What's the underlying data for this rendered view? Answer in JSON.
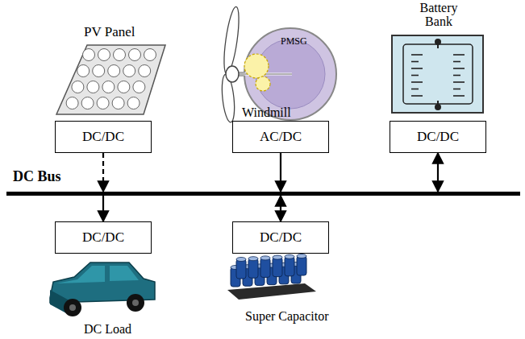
{
  "diagram": {
    "nodes": [
      {
        "text": [
          "DC/DC"
        ]
      },
      {
        "text": [
          "AC/DC"
        ]
      },
      {
        "text": [
          "DC/DC"
        ]
      },
      {
        "text": [
          "DC Bus"
        ]
      },
      {
        "text": [
          "DC/DC"
        ]
      },
      {
        "text": [
          "DC/DC"
        ]
      }
    ],
    "edges": [
      {
        "from": 0,
        "to": 3,
        "arrow": "to"
      },
      {
        "from": 1,
        "to": 3,
        "arrow": "to"
      },
      {
        "from": 2,
        "to": 3,
        "arrow": "both"
      },
      {
        "from": 3,
        "to": 4,
        "arrow": "to"
      },
      {
        "from": 3,
        "to": 5,
        "arrow": "both"
      }
    ],
    "labels": [
      "PV Panel",
      "PMSG",
      "Windmill",
      "Battery Bank",
      "DC Load",
      "Super Capacitor"
    ]
  }
}
